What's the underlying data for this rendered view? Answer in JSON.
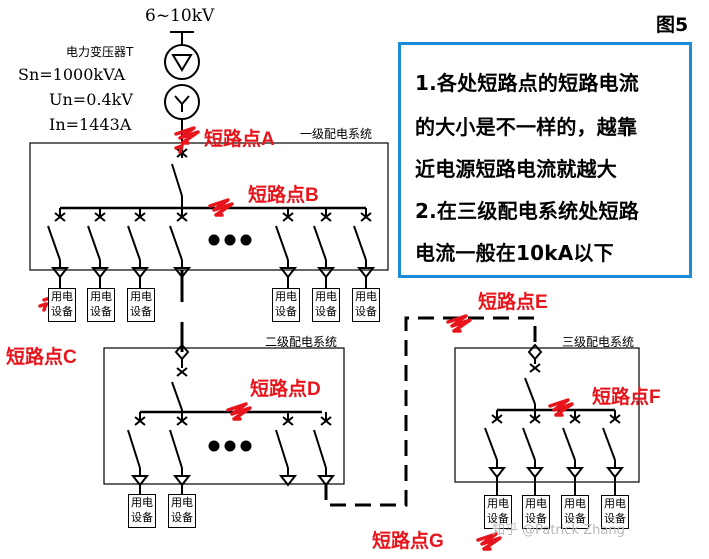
{
  "figure_label": "图5",
  "voltage_label": "6~10kV",
  "transformer": {
    "name": "电力变压器T",
    "sn": "Sn=1000kVA",
    "un": "Un=0.4kV",
    "in": "In=1443A"
  },
  "systems": {
    "level1": "一级配电系统",
    "level2": "二级配电系统",
    "level3": "三级配电系统"
  },
  "device_label": {
    "line1": "用电",
    "line2": "设备"
  },
  "short_points": {
    "A": "短路点A",
    "B": "短路点B",
    "C": "短路点C",
    "D": "短路点D",
    "E": "短路点E",
    "F": "短路点F",
    "G": "短路点G"
  },
  "notes": [
    "1.各处短路点的短路电流",
    "的大小是不一样的，越靠",
    "近电源短路电流就越大",
    "2.在三级配电系统处短路",
    "电流一般在10kA以下"
  ],
  "watermark": "知乎 @Patrick Zhang",
  "colors": {
    "accent_red": "#e8141b",
    "note_border": "#1a8ad9"
  }
}
